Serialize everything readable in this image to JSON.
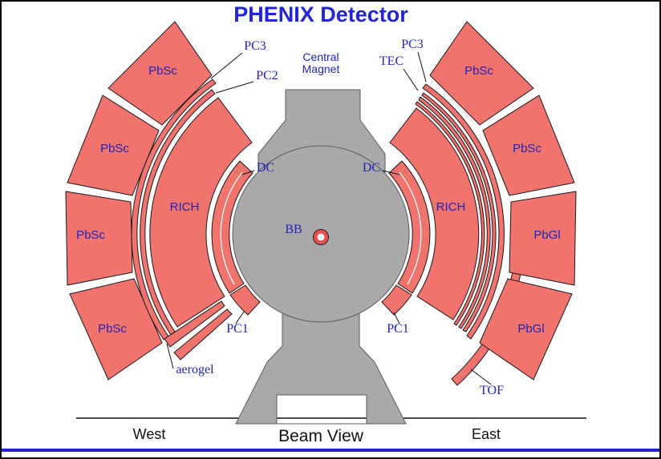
{
  "title": "PHENIX Detector",
  "colors": {
    "detector_salmon": "#f0736d",
    "magnet_gray": "#a9a9a9",
    "label_blue": "#2323b4",
    "title_blue": "#2424d8",
    "bb_red": "#e8504f",
    "bottom_bar_blue": "#2323cc"
  },
  "magnet": {
    "label_line1": "Central",
    "label_line2": "Magnet",
    "bb_label": "BB"
  },
  "west": {
    "pc3": "PC3",
    "pc2": "PC2",
    "pc1": "PC1",
    "dc": "DC",
    "rich": "RICH",
    "aerogel": "aerogel",
    "pbsc_labels": [
      "PbSc",
      "PbSc",
      "PbSc",
      "PbSc"
    ]
  },
  "east": {
    "pc3": "PC3",
    "tec": "TEC",
    "pc1": "PC1",
    "dc": "DC",
    "rich": "RICH",
    "tof": "TOF",
    "pbsc_labels": [
      "PbSc",
      "PbSc"
    ],
    "pbgl_labels": [
      "PbGl",
      "PbGl"
    ]
  },
  "footer": {
    "west": "West",
    "center": "Beam View",
    "east": "East"
  }
}
